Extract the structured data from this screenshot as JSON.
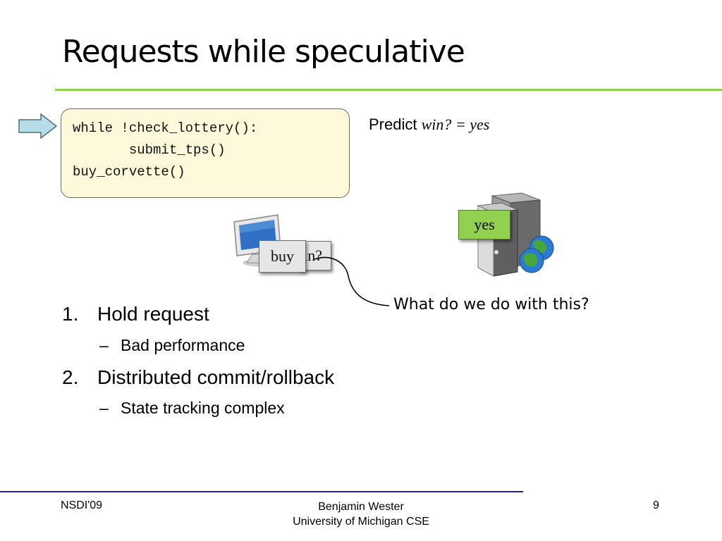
{
  "slide": {
    "title": "Requests while speculative",
    "code": {
      "line1": "while !check_lottery():",
      "line2": "       submit_tps()",
      "line3": "buy_corvette()"
    },
    "predict": {
      "label": "Predict",
      "formula": "win? = yes"
    },
    "cards": {
      "buy": "buy",
      "win_partial": "win?",
      "yes": "yes"
    },
    "callout": "What do we do with this?",
    "list": [
      {
        "num": "1.",
        "text": "Hold request",
        "sub": "Bad performance"
      },
      {
        "num": "2.",
        "text": "Distributed commit/rollback",
        "sub": "State tracking complex"
      }
    ],
    "sub_dash": "–",
    "colors": {
      "accent_green": "#92d050",
      "code_bg": "#fef9db",
      "footer_rule": "#1f1f8f",
      "arrow_fill": "#b7dde8"
    }
  },
  "footer": {
    "left": "NSDI'09",
    "center_line1": "Benjamin Wester",
    "center_line2": "University of Michigan CSE",
    "page": "9"
  }
}
